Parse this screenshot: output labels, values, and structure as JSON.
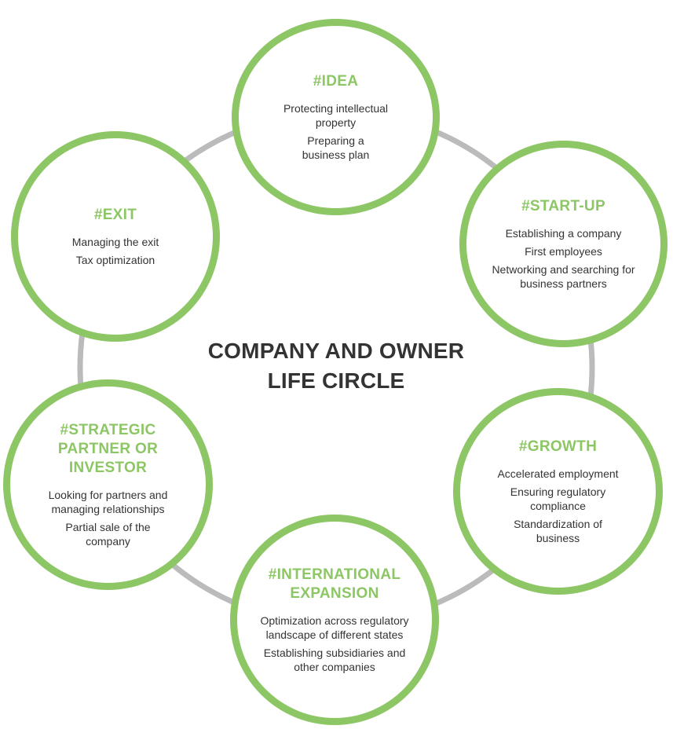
{
  "center": {
    "line1": "COMPANY AND OWNER",
    "line2": "LIFE CIRCLE"
  },
  "colors": {
    "accent_green": "#8cc665",
    "ring_gray": "#bbbbbb",
    "text_dark": "#333333"
  },
  "nodes": [
    {
      "title": "#IDEA",
      "items": [
        "Protecting intellectual property",
        "Preparing a business plan"
      ]
    },
    {
      "title": "#START-UP",
      "items": [
        "Establishing a company",
        "First employees",
        "Networking and searching for business partners"
      ]
    },
    {
      "title": "#GROWTH",
      "items": [
        "Accelerated employment",
        "Ensuring regulatory compliance",
        "Standardization of business"
      ]
    },
    {
      "title": "#INTERNATIONAL EXPANSION",
      "items": [
        "Optimization across regulatory landscape of different states",
        "Establishing subsidiaries and other companies"
      ]
    },
    {
      "title": "#STRATEGIC PARTNER OR INVESTOR",
      "items": [
        "Looking for partners and managing relationships",
        "Partial sale of the company"
      ]
    },
    {
      "title": "#EXIT",
      "items": [
        "Managing the exit",
        "Tax optimization"
      ]
    }
  ]
}
